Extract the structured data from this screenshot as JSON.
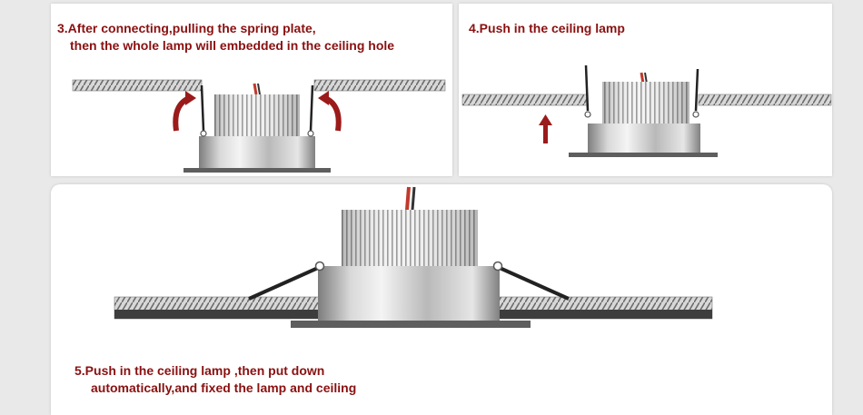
{
  "step3": {
    "line1": "3.After connecting,pulling the spring plate,",
    "line2": "then the whole lamp will embedded in the ceiling hole"
  },
  "step4": {
    "line1": "4.Push in the ceiling lamp"
  },
  "step5": {
    "line1": "5.Push in the ceiling lamp ,then put down",
    "line2": "automatically,and fixed the lamp and ceiling"
  },
  "colors": {
    "caption": "#8a1010",
    "arrow": "#9b1a1a",
    "ceiling_hatch": "#555555",
    "wire_red": "#c0392b"
  }
}
